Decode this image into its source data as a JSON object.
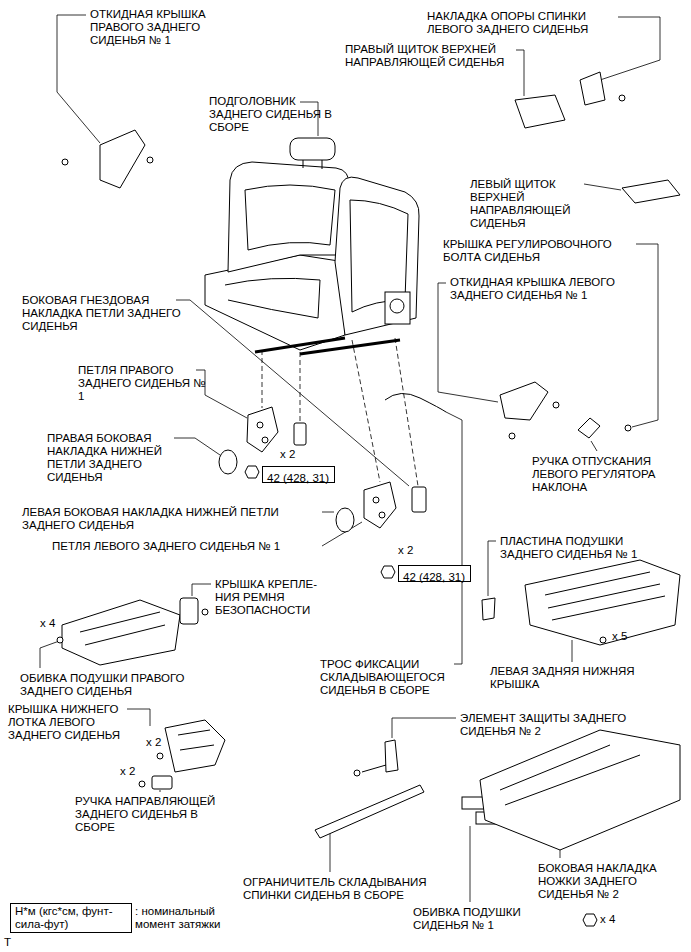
{
  "diagram": {
    "nodes": [
      {
        "text": [
          "42 (428, 31)"
        ]
      },
      {
        "text": [
          "42 (428, 31)"
        ]
      },
      {
        "text": [
          "Н*м (кгс*см, фунт-сила-фут)"
        ]
      }
    ],
    "labels": [
      "ОТКИДНАЯ КРЫШКА ПРАВОГО ЗАДНЕГО СИДЕНЬЯ № 1",
      "НАКЛАДКА ОПОРЫ СПИНКИ ЛЕВОГО ЗАДНЕГО СИДЕНЬЯ",
      "ПРАВЫЙ ЩИТОК ВЕРХНЕЙ НАПРАВЛЯЮЩЕЙ СИДЕНЬЯ",
      "ПОДГОЛОВНИК ЗАДНЕГО СИДЕНЬЯ В СБОРЕ",
      "ЛЕВЫЙ ЩИТОК ВЕРХНЕЙ НАПРАВЛЯЮЩЕЙ СИДЕНЬЯ",
      "КРЫШКА РЕГУЛИРОВОЧНОГО БОЛТА СИДЕНЬЯ",
      "ОТКИДНАЯ КРЫШКА ЛЕВОГО ЗАДНЕГО СИДЕНЬЯ № 1",
      "БОКОВАЯ ГНЕЗДОВАЯ НАКЛАДКА ПЕТЛИ ЗАДНЕГО СИДЕНЬЯ",
      "ПЕТЛЯ ПРАВОГО ЗАДНЕГО СИДЕНЬЯ № 1",
      "ПРАВАЯ БОКОВАЯ НАКЛАДКА НИЖНЕЙ ПЕТЛИ ЗАДНЕГО СИДЕНЬЯ",
      "x 2",
      "РУЧКА ОТПУСКАНИЯ ЛЕВОГО РЕГУЛЯТОРА НАКЛОНА",
      "ЛЕВАЯ БОКОВАЯ НАКЛАДКА НИЖНЕЙ ПЕТЛИ ЗАДНЕГО СИДЕНЬЯ",
      "ПЕТЛЯ ЛЕВОГО ЗАДНЕГО СИДЕНЬЯ № 1",
      "x 2",
      "ПЛАСТИНА ПОДУШКИ ЗАДНЕГО СИДЕНЬЯ № 1",
      "КРЫШКА КРЕПЛЕ- НИЯ РЕМНЯ БЕЗОПАСНОСТИ",
      "x 4",
      "x 5",
      "ТРОС ФИКСАЦИИ СКЛАДЫВАЮЩЕГОСЯ СИДЕНЬЯ В СБОРЕ",
      "ОБИВКА ПОДУШКИ ПРАВОГО ЗАДНЕГО СИДЕНЬЯ",
      "ЛЕВАЯ ЗАДНЯЯ НИЖНЯЯ КРЫШКА",
      "КРЫШКА НИЖНЕГО ЛОТКА ЛЕВОГО ЗАДНЕГО СИДЕНЬЯ",
      "x 2",
      "ЭЛЕМЕНТ ЗАЩИТЫ ЗАДНЕГО СИДЕНЬЯ № 2",
      "x 2",
      "РУЧКА НАПРАВЛЯЮЩЕЙ ЗАДНЕГО СИДЕНЬЯ В СБОРЕ",
      "ОГРАНИЧИТЕЛЬ СКЛАДЫВАНИЯ СПИНКИ СИДЕНЬЯ В СБОРЕ",
      "БОКОВАЯ НАКЛАДКА НОЖКИ ЗАДНЕГО СИДЕНЬЯ № 2",
      "x 4",
      "ОБИВКА ПОДУШКИ СИДЕНЬЯ № 1",
      ": номинальный момент затяжки",
      "T"
    ]
  }
}
